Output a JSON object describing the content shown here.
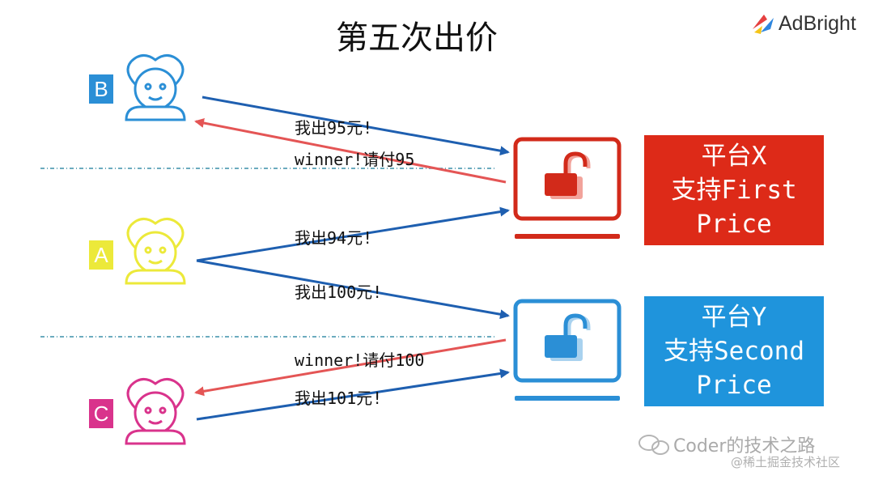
{
  "title": "第五次出价",
  "logo": {
    "text": "AdBright",
    "colors": [
      "#e64040",
      "#2e86de",
      "#f5c518"
    ]
  },
  "bidders": [
    {
      "id": "B",
      "color": "#2b8fd6"
    },
    {
      "id": "A",
      "color": "#ece93a"
    },
    {
      "id": "C",
      "color": "#d9338c"
    }
  ],
  "messages": {
    "b_bid": "我出95元!",
    "b_win": "winner!请付95",
    "a_bid_x": "我出94元!",
    "a_bid_y": "我出100元!",
    "c_win": "winner!请付100",
    "c_bid": "我出101元!"
  },
  "platforms": [
    {
      "id": "X",
      "line1": "平台X",
      "line2": "支持First",
      "line3": "Price",
      "color": "#dd2a18"
    },
    {
      "id": "Y",
      "line1": "平台Y",
      "line2": "支持Second",
      "line3": "Price",
      "color": "#1f94dc"
    }
  ],
  "arrow_colors": {
    "bid": "#1e5fb0",
    "win": "#e45555"
  },
  "watermark": {
    "line1": "Coder的技术之路",
    "line2": "@稀土掘金技术社区"
  }
}
